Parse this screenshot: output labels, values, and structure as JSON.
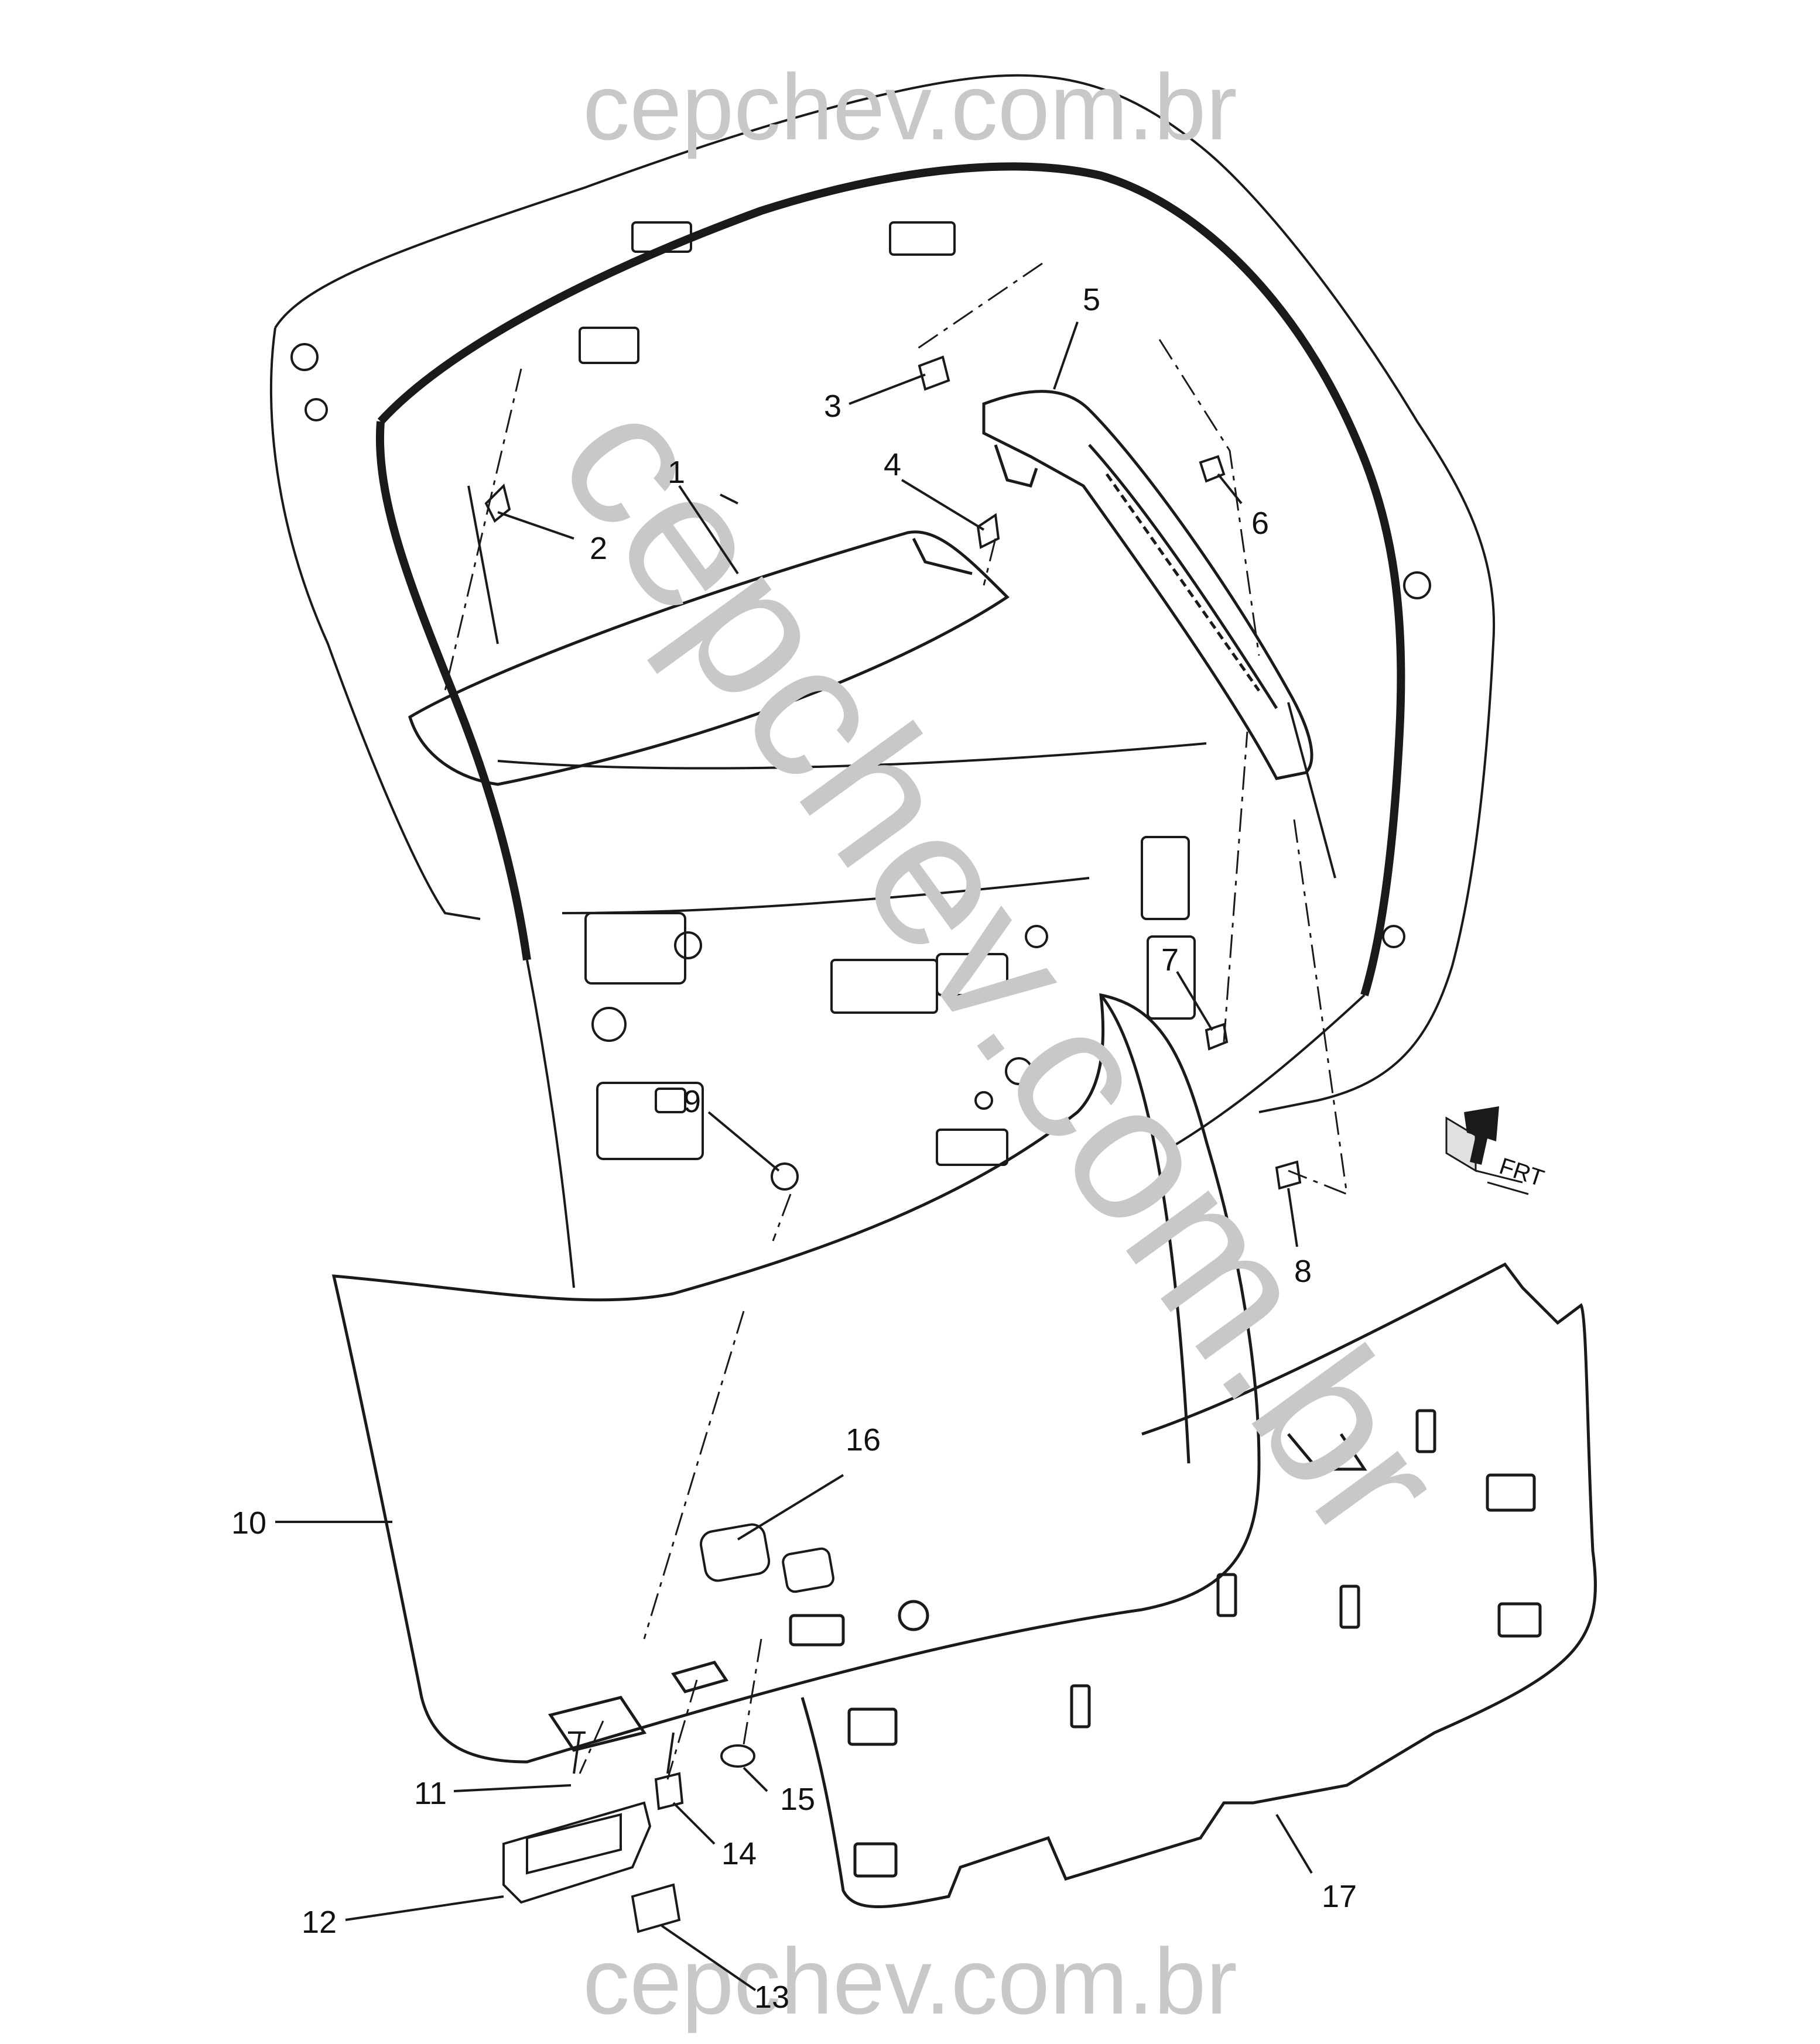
{
  "watermark": {
    "top": "cepchev.com.br",
    "bottom": "cepchev.com.br",
    "diagonal": "cepchev.com.br",
    "color": "#c8c8c8"
  },
  "direction_indicator": {
    "label": "FRT",
    "icon": "front-arrow-icon"
  },
  "callouts": [
    {
      "id": "1",
      "label": "1"
    },
    {
      "id": "2",
      "label": "2"
    },
    {
      "id": "3",
      "label": "3"
    },
    {
      "id": "4",
      "label": "4"
    },
    {
      "id": "5",
      "label": "5"
    },
    {
      "id": "6",
      "label": "6"
    },
    {
      "id": "7",
      "label": "7"
    },
    {
      "id": "8",
      "label": "8"
    },
    {
      "id": "9",
      "label": "9"
    },
    {
      "id": "10",
      "label": "10"
    },
    {
      "id": "11",
      "label": "11"
    },
    {
      "id": "12",
      "label": "12"
    },
    {
      "id": "13",
      "label": "13"
    },
    {
      "id": "14",
      "label": "14"
    },
    {
      "id": "15",
      "label": "15"
    },
    {
      "id": "16",
      "label": "16"
    },
    {
      "id": "17",
      "label": "17"
    }
  ]
}
